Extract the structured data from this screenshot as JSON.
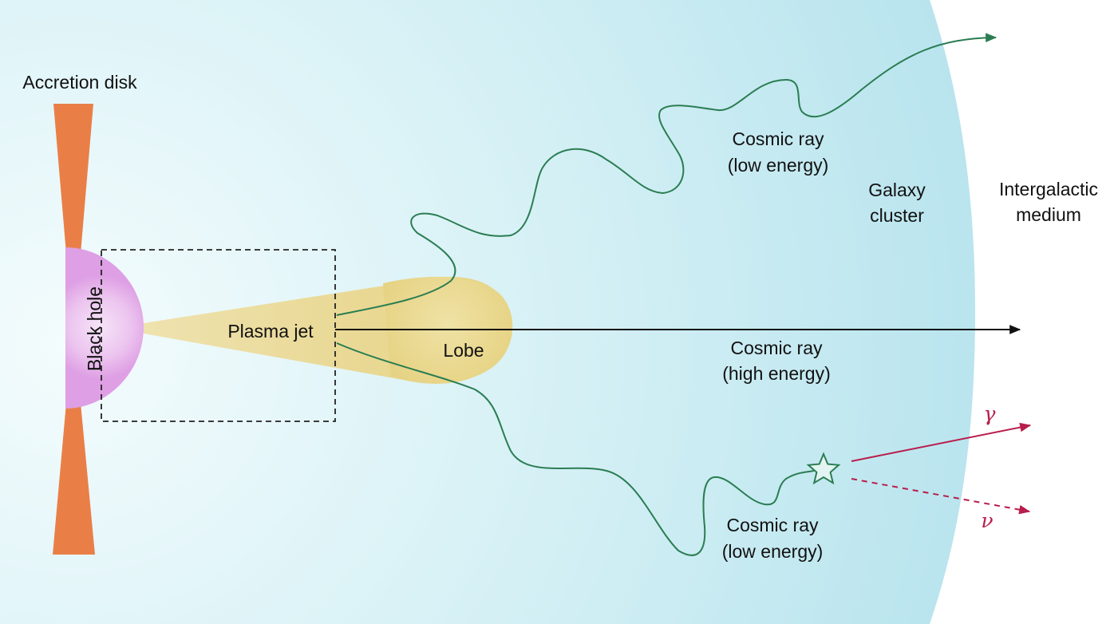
{
  "labels": {
    "accretion_disk": "Accretion disk",
    "black_hole": "Black hole",
    "plasma_jet": "Plasma jet",
    "lobe": "Lobe",
    "cosmic_ray_low_upper": [
      "Cosmic ray",
      "(low energy)"
    ],
    "cosmic_ray_high": [
      "Cosmic ray",
      "(high energy)"
    ],
    "cosmic_ray_low_lower": [
      "Cosmic ray",
      "(low energy)"
    ],
    "galaxy_cluster": [
      "Galaxy",
      "cluster"
    ],
    "intergalactic_medium": [
      "Intergalactic",
      "medium"
    ],
    "gamma": "γ",
    "nu": "ν"
  },
  "colors": {
    "cluster_blue": "#bfe6f0",
    "cluster_center": "#eefafc",
    "disk_orange": "#e97f47",
    "black_hole_pink": "#e6a8ea",
    "jet_yellow": "#e9d78a",
    "low_energy_green": "#2a7d52",
    "high_energy_black": "#111111",
    "secondary_red": "#b81d4c"
  }
}
